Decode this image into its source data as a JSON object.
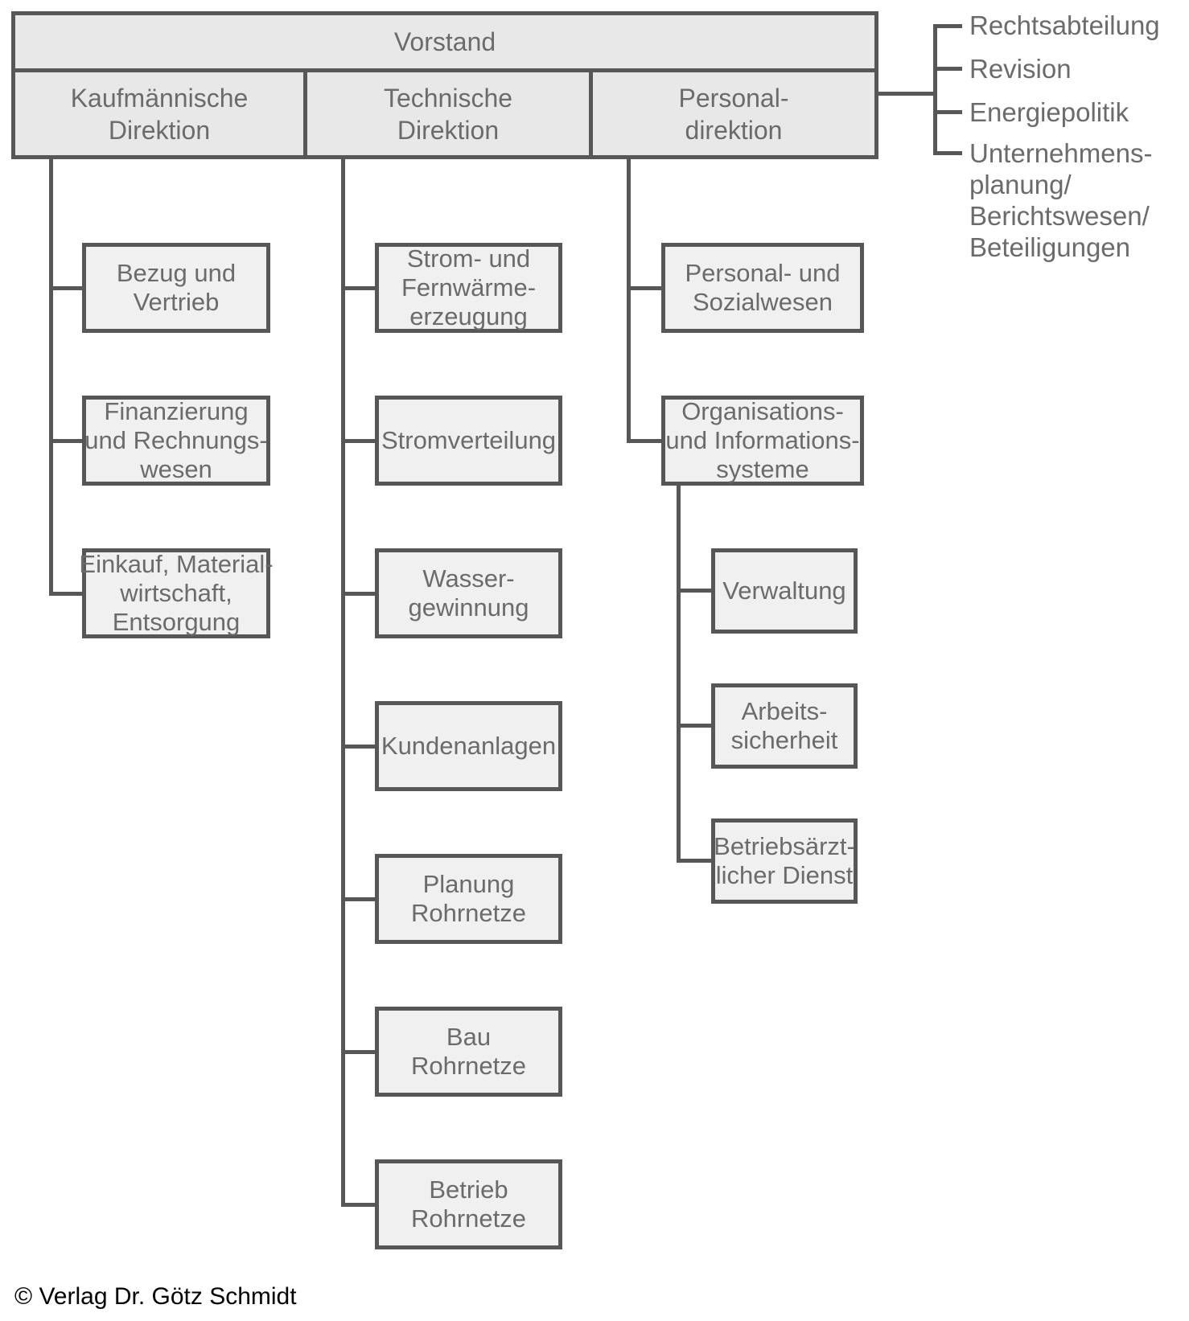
{
  "diagram": {
    "root": {
      "label": "Vorstand"
    },
    "directions": [
      {
        "label": "Kaufmännische\nDirektion",
        "units": [
          {
            "label": "Bezug und\nVertrieb"
          },
          {
            "label": "Finanzierung\nund Rechnungs-\nwesen"
          },
          {
            "label": "Einkauf, Material-\nwirtschaft,\nEntsorgung"
          }
        ]
      },
      {
        "label": "Technische\nDirektion",
        "units": [
          {
            "label": "Strom- und\nFernwärme-\nerzeugung"
          },
          {
            "label": "Stromverteilung"
          },
          {
            "label": "Wasser-\ngewinnung"
          },
          {
            "label": "Kundenanlagen"
          },
          {
            "label": "Planung\nRohrnetze"
          },
          {
            "label": "Bau\nRohrnetze"
          },
          {
            "label": "Betrieb\nRohrnetze"
          }
        ]
      },
      {
        "label": "Personal-\ndirektion",
        "units": [
          {
            "label": "Personal- und\nSozialwesen"
          },
          {
            "label": "Organisations-\nund Informations-\nsysteme",
            "units": [
              {
                "label": "Verwaltung"
              },
              {
                "label": "Arbeits-\nsicherheit"
              },
              {
                "label": "Betriebsärzt-\nlicher Dienst"
              }
            ]
          }
        ]
      }
    ],
    "staff_units": [
      {
        "label": "Rechtsabteilung"
      },
      {
        "label": "Revision"
      },
      {
        "label": "Energiepolitik"
      },
      {
        "label": "Unternehmens-\nplanung/\nBerichtswesen/\nBeteiligungen"
      }
    ],
    "footer": {
      "copyright": "© Verlag Dr. Götz Schmidt"
    },
    "colors": {
      "border": "#575757",
      "header_fill": "#e8e8e8",
      "box_fill": "#f0f0f0",
      "label_text": "#6b6b6b",
      "footer_text": "#000000"
    }
  }
}
